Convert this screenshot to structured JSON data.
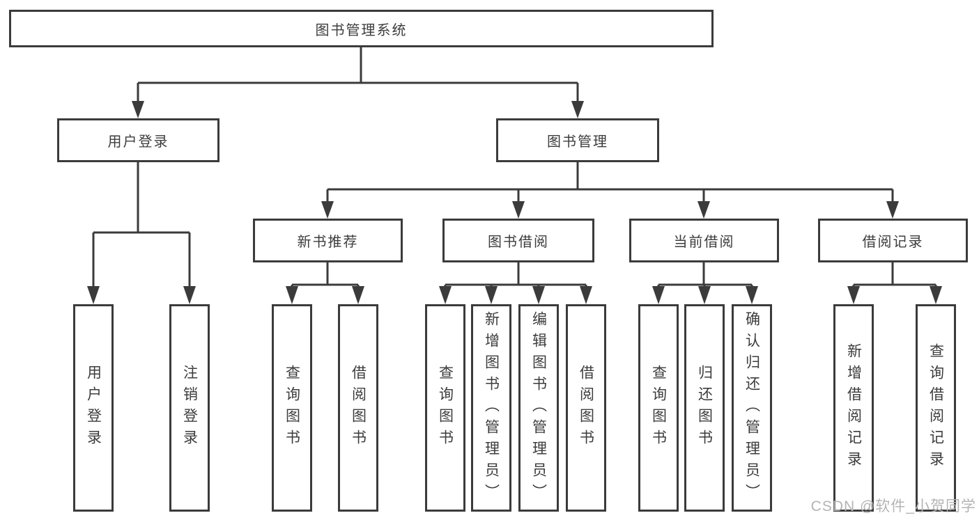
{
  "diagram": {
    "root": {
      "label": "图书管理系统"
    },
    "branches": [
      {
        "label": "用户登录",
        "children": [
          {
            "label": "用户登录"
          },
          {
            "label": "注销登录"
          }
        ]
      },
      {
        "label": "图书管理",
        "children": [
          {
            "label": "新书推荐",
            "children": [
              {
                "label": "查询图书"
              },
              {
                "label": "借阅图书"
              }
            ]
          },
          {
            "label": "图书借阅",
            "children": [
              {
                "label": "查询图书"
              },
              {
                "label": "新增图书（管理员）"
              },
              {
                "label": "编辑图书（管理员）"
              },
              {
                "label": "借阅图书"
              }
            ]
          },
          {
            "label": "当前借阅",
            "children": [
              {
                "label": "查询图书"
              },
              {
                "label": "归还图书"
              },
              {
                "label": "确认归还（管理员）"
              }
            ]
          },
          {
            "label": "借阅记录",
            "children": [
              {
                "label": "新增借阅记录"
              },
              {
                "label": "查询借阅记录"
              }
            ]
          }
        ]
      }
    ]
  },
  "watermark": {
    "text": "CSDN @软件_小贺同学"
  },
  "colors": {
    "line": "#3b3b3b",
    "text": "#3c3c3c",
    "background": "#ffffff",
    "watermark": "#b4b4b4"
  }
}
